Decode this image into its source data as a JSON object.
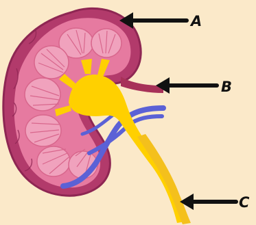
{
  "diagram": {
    "labels": {
      "a": "A",
      "b": "B",
      "c": "C"
    },
    "colors": {
      "background": "#fbe9c9",
      "capsule": "#b23a6b",
      "cortex": "#e67aa0",
      "pyramid": "#f0a2bd",
      "ureter": "#f4c01c",
      "pelvis": "#ffd000",
      "vein": "#5b61d6",
      "artery": "#a73158",
      "arrow": "#111111"
    }
  }
}
